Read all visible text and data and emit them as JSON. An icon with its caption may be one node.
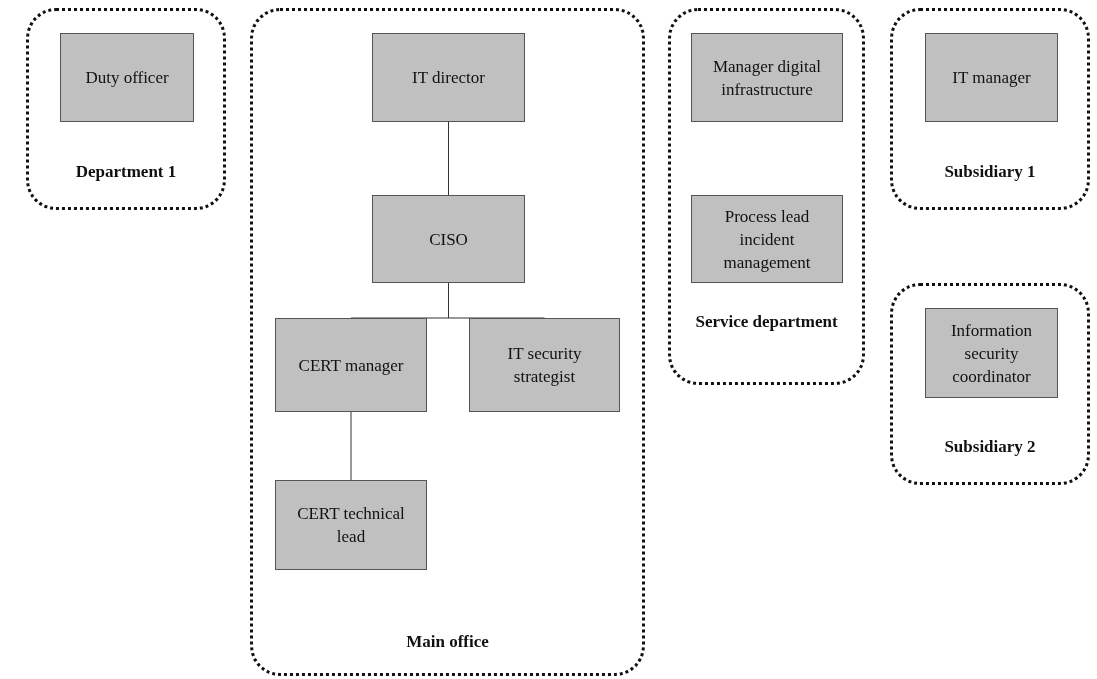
{
  "diagram": {
    "nodes": [
      {
        "text": [
          "Department 1"
        ]
      },
      {
        "text": [
          "Duty officer"
        ],
        "in": 0
      },
      {
        "text": [
          "Main office"
        ]
      },
      {
        "text": [
          "IT director"
        ],
        "in": 2
      },
      {
        "text": [
          "CISO"
        ],
        "in": 2
      },
      {
        "text": [
          "CERT manager"
        ],
        "in": 2
      },
      {
        "text": [
          "IT security strategist"
        ],
        "in": 2
      },
      {
        "text": [
          "CERT technical lead"
        ],
        "in": 2
      },
      {
        "text": [
          "Service department"
        ]
      },
      {
        "text": [
          "Manager digital infrastructure"
        ],
        "in": 8
      },
      {
        "text": [
          "Process lead incident management"
        ],
        "in": 8
      },
      {
        "text": [
          "Subsidiary 1"
        ]
      },
      {
        "text": [
          "IT manager"
        ],
        "in": 11
      },
      {
        "text": [
          "Subsidiary 2"
        ]
      },
      {
        "text": [
          "Information security coordinator"
        ],
        "in": 13
      }
    ],
    "edges": [
      {
        "from": 3,
        "to": 4,
        "arrow": "none"
      },
      {
        "from": 4,
        "to": 5,
        "arrow": "none"
      },
      {
        "from": 4,
        "to": 6,
        "arrow": "none"
      },
      {
        "from": 5,
        "to": 7,
        "arrow": "none"
      }
    ]
  }
}
